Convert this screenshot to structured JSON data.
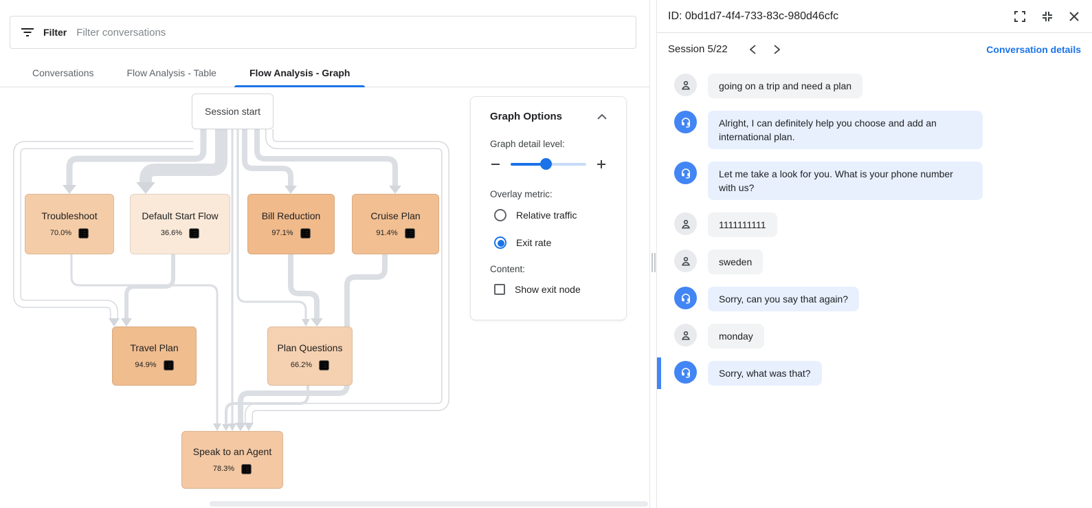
{
  "left_panel": {
    "filter": {
      "label": "Filter",
      "placeholder": "Filter conversations"
    },
    "tabs": [
      {
        "label": "Conversations"
      },
      {
        "label": "Flow Analysis - Table"
      },
      {
        "label": "Flow Analysis - Graph",
        "active": true
      }
    ],
    "graph": {
      "start_node_label": "Session start",
      "nodes": [
        {
          "label": "Troubleshoot",
          "value": "70.0%",
          "color": "#f4cda8"
        },
        {
          "label": "Default Start Flow",
          "value": "36.6%",
          "color": "#fae9d8"
        },
        {
          "label": "Bill Reduction",
          "value": "97.1%",
          "color": "#f0ba8b"
        },
        {
          "label": "Cruise Plan",
          "value": "91.4%",
          "color": "#f1bf92"
        },
        {
          "label": "Travel Plan",
          "value": "94.9%",
          "color": "#f0bd8f"
        },
        {
          "label": "Plan Questions",
          "value": "66.2%",
          "color": "#f5d1b1"
        },
        {
          "label": "Speak to an Agent",
          "value": "78.3%",
          "color": "#f3c8a3"
        }
      ]
    },
    "graph_options": {
      "title": "Graph Options",
      "detail_label": "Graph detail level:",
      "slider_fill": "46%",
      "overlay_label": "Overlay metric:",
      "radios": [
        {
          "label": "Relative traffic",
          "selected": false
        },
        {
          "label": "Exit rate",
          "selected": true
        }
      ],
      "content_label": "Content:",
      "checkbox_label": "Show exit node",
      "checkbox_checked": false
    }
  },
  "right_panel": {
    "header": {
      "id_label": "ID: 0bd1d7-4f4-733-83c-980d46cfc"
    },
    "session": {
      "label": "Session 5/22",
      "details_link": "Conversation details"
    },
    "messages": [
      {
        "role": "user",
        "text": "going on a trip and need a plan"
      },
      {
        "role": "bot",
        "text": "Alright, I can definitely help you choose and add an international plan."
      },
      {
        "role": "bot",
        "text": "Let me take a look for you. What is your phone number with us?"
      },
      {
        "role": "user",
        "text": "1111111111"
      },
      {
        "role": "user",
        "text": "sweden"
      },
      {
        "role": "bot",
        "text": "Sorry, can you say that again?"
      },
      {
        "role": "user",
        "text": "monday"
      },
      {
        "role": "bot",
        "text": "Sorry, what was that?",
        "selected": true
      }
    ]
  },
  "colors": {
    "accent_blue": "#1a73e8",
    "avatar_blue": "#4285f4",
    "selected_bar": "#4285f4",
    "edge_gray": "#dbdee3",
    "user_bubble": "#f1f3f4",
    "bot_bubble": "#e8f0fe"
  }
}
